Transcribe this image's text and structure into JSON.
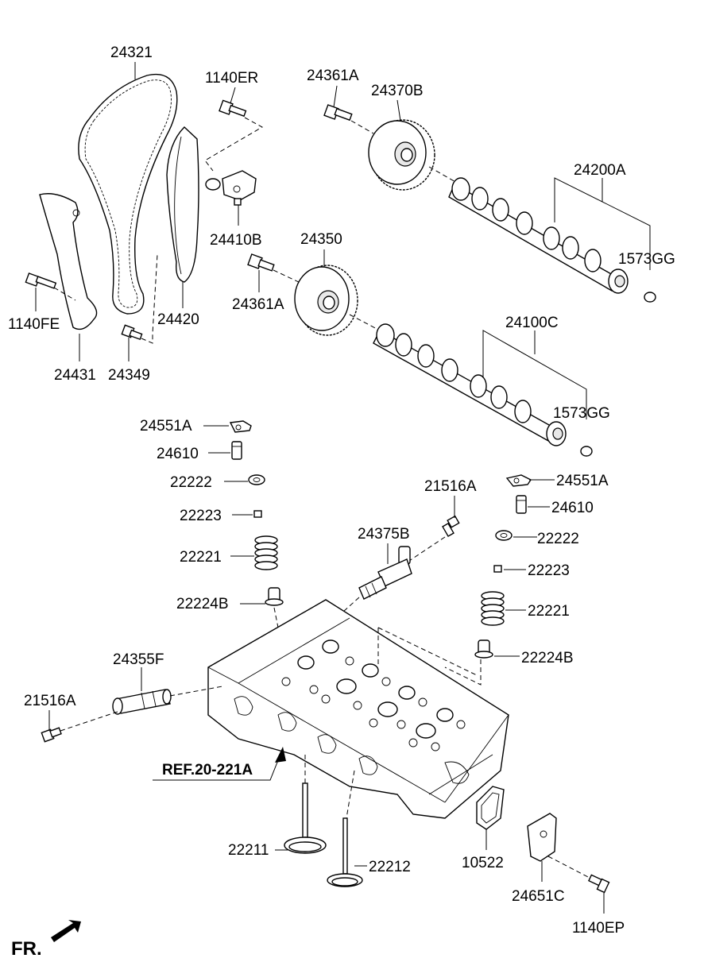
{
  "labels": {
    "l24321": "24321",
    "l1140ER": "1140ER",
    "l24361A_top": "24361A",
    "l24370B": "24370B",
    "l24200A": "24200A",
    "l1573GG_top": "1573GG",
    "l24410B": "24410B",
    "l24350": "24350",
    "l24361A_mid": "24361A",
    "l1140FE": "1140FE",
    "l24420": "24420",
    "l24431": "24431",
    "l24349": "24349",
    "l24100C": "24100C",
    "l1573GG_mid": "1573GG",
    "l24551A_left": "24551A",
    "l24610_left": "24610",
    "l22222_left": "22222",
    "l22223_left": "22223",
    "l22221_left": "22221",
    "l22224B_left": "22224B",
    "l21516A_right": "21516A",
    "l24375B": "24375B",
    "l24551A_right": "24551A",
    "l24610_right": "24610",
    "l22222_right": "22222",
    "l22223_right": "22223",
    "l22221_right": "22221",
    "l22224B_right": "22224B",
    "l24355F": "24355F",
    "l21516A_left": "21516A",
    "ref": "REF.20-221A",
    "l22211": "22211",
    "l22212": "22212",
    "l10522": "10522",
    "l24651C": "24651C",
    "l1140EP": "1140EP",
    "fr": "FR."
  }
}
